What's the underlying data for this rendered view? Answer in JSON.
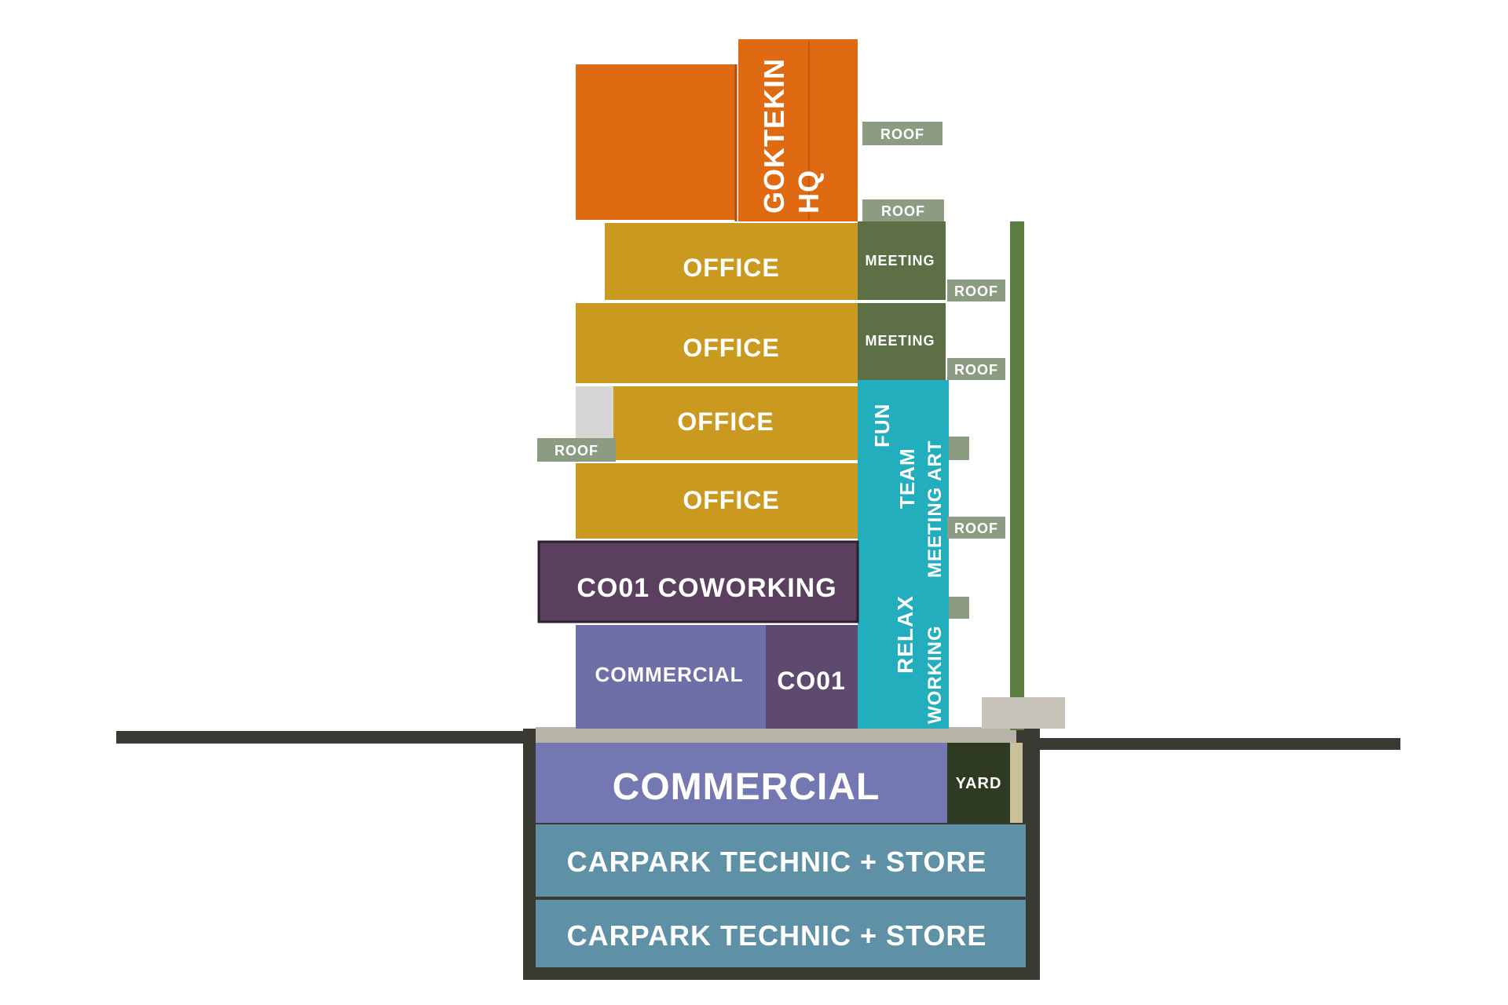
{
  "colors": {
    "headquarters": "#df6a12",
    "office": "#c99a1f",
    "meeting": "#5c6f45",
    "roof": "#8c9c82",
    "fun_team": "#22aebd",
    "coworking": "#5a3f5f",
    "commercial_upper": "#6d6fa6",
    "co01": "#5e4a6e",
    "commercial_basement": "#7478b2",
    "yard": "#2e3b22",
    "carpark": "#5e91a5",
    "ground_line": "#3a3a33",
    "green_wall": "#5e7d43"
  },
  "blocks": {
    "goktekin_line1": "GOKTEKIN",
    "goktekin_line2": "HQ",
    "office_1": "OFFICE",
    "office_2": "OFFICE",
    "office_3": "OFFICE",
    "office_4": "OFFICE",
    "meeting_1": "MEETING",
    "meeting_2": "MEETING",
    "coworking": "CO01 COWORKING",
    "commercial_upper": "COMMERCIAL",
    "co01": "CO01",
    "fun": "FUN",
    "team": "TEAM",
    "meeting_art": "MEETING ART",
    "relax": "RELAX",
    "working": "WORKING",
    "commercial_basement": "COMMERCIAL",
    "yard": "YARD",
    "carpark_1": "CARPARK TECHNIC + STORE",
    "carpark_2": "CARPARK TECHNIC + STORE"
  },
  "roofs": {
    "roof_1": "ROOF",
    "roof_2": "ROOF",
    "roof_3": "ROOF",
    "roof_4": "ROOF",
    "roof_5": "ROOF",
    "roof_6": "ROOF"
  }
}
